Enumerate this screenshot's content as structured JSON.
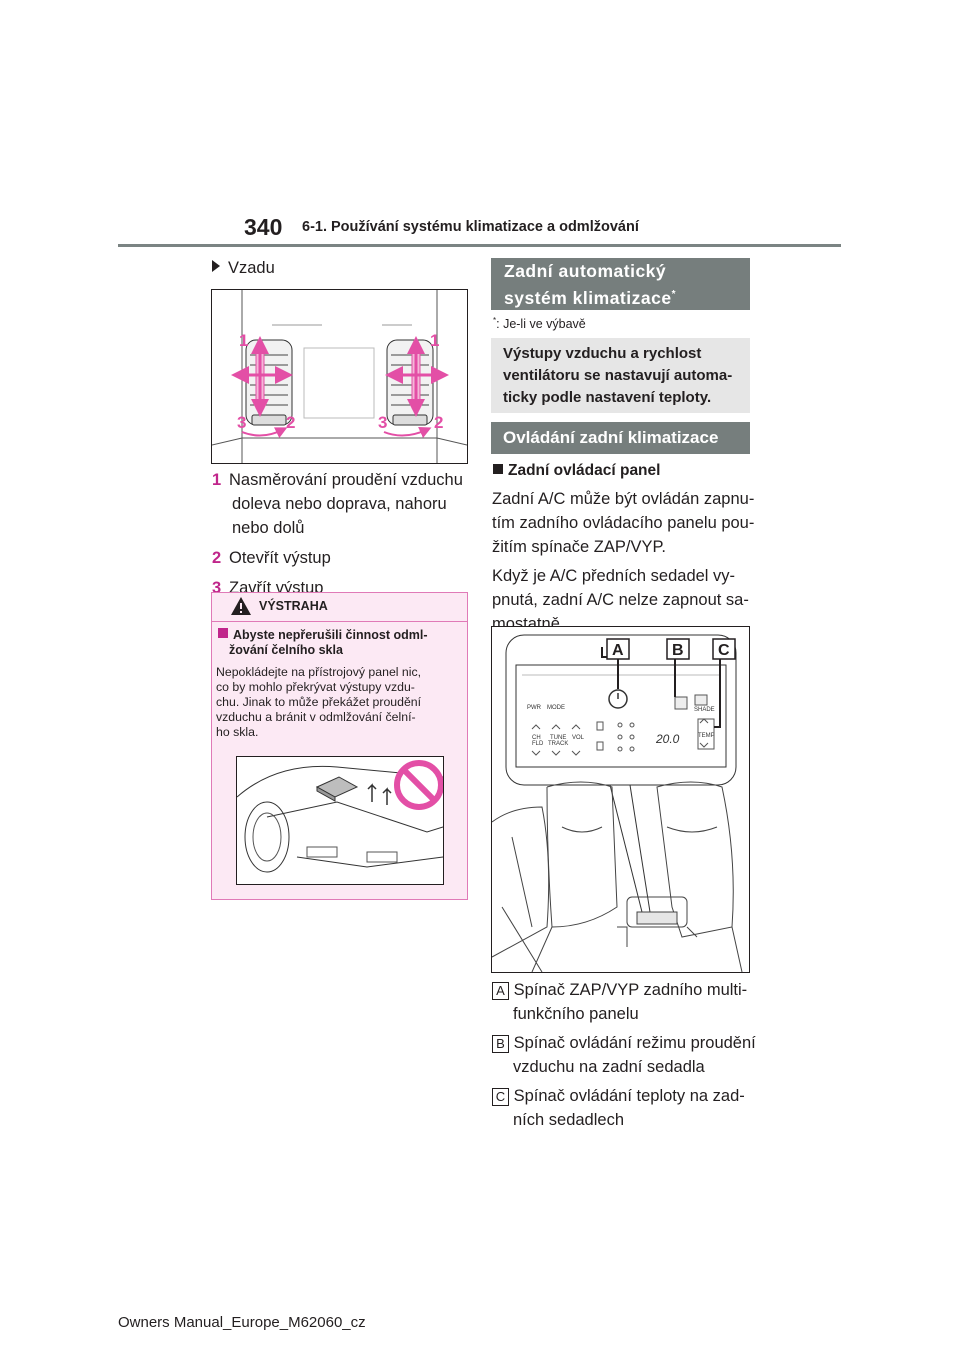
{
  "header": {
    "page_number": "340",
    "chapter_title": "6-1. Používání systému klimatizace a odmlžování"
  },
  "left": {
    "heading": "Vzadu",
    "vent_labels": {
      "one": "1",
      "two": "2",
      "three": "3"
    },
    "items": [
      {
        "num": "1",
        "line1": "Nasměrování proudění vzduchu",
        "line2": "doleva nebo doprava, nahoru",
        "line3": "nebo dolů"
      },
      {
        "num": "2",
        "line1": "Otevřít výstup"
      },
      {
        "num": "3",
        "line1": "Zavřít výstup"
      }
    ],
    "warning": {
      "title": "VÝSTRAHA",
      "sub_line1": "Abyste nepřerušili činnost odml-",
      "sub_line2": "žování čelního skla",
      "body_lines": [
        "Nepokládejte na přístrojový panel nic,",
        "co by mohlo překrývat výstupy vzdu-",
        "chu. Jinak to může překážet proudění",
        "vzduchu a bránit v odmlžování čelní-",
        "ho skla."
      ]
    }
  },
  "right": {
    "section_title_line1": "Zadní automatický",
    "section_title_line2": "systém klimatizace",
    "asterisk": "*",
    "footnote_mark": "*",
    "footnote_text": ": Je-li ve výbavě",
    "info_box_lines": [
      "Výstupy vzduchu a rychlost",
      "ventilátoru se nastavují automa-",
      "ticky podle nastavení teploty."
    ],
    "sub_section_title": "Ovládání zadní klimatizace",
    "panel_heading": "Zadní ovládací panel",
    "paragraph1": [
      "Zadní A/C může být ovládán zapnu-",
      "tím zadního ovládacího panelu pou-",
      "žitím spínače ZAP/VYP."
    ],
    "paragraph2": [
      "Když je A/C předních sedadel vy-",
      "pnutá, zadní A/C nelze zapnout sa-",
      "mostatně."
    ],
    "panel_labels": {
      "pwr": "PWR",
      "mode": "MODE",
      "ch": "CH",
      "fld": "FLD",
      "tune": "TUNE",
      "track": "TRACK",
      "vol": "VOL",
      "shade": "SHADE",
      "temp": "TEMP",
      "temp_value": "20.0"
    },
    "callouts": [
      {
        "letter": "A",
        "line1": "Spínač ZAP/VYP zadního multi-",
        "line2": "funkčního panelu"
      },
      {
        "letter": "B",
        "line1": "Spínač ovládání režimu proudění",
        "line2": "vzduchu na zadní sedadla"
      },
      {
        "letter": "C",
        "line1": "Spínač ovládání teploty na zad-",
        "line2": "ních sedadlech"
      }
    ]
  },
  "footer": {
    "text": "Owners Manual_Europe_M62060_cz"
  },
  "colors": {
    "accent_magenta": "#c0268b",
    "warning_bg": "#fce9f4",
    "heading_gray": "#767e7d",
    "info_gray": "#e6e6e6"
  }
}
